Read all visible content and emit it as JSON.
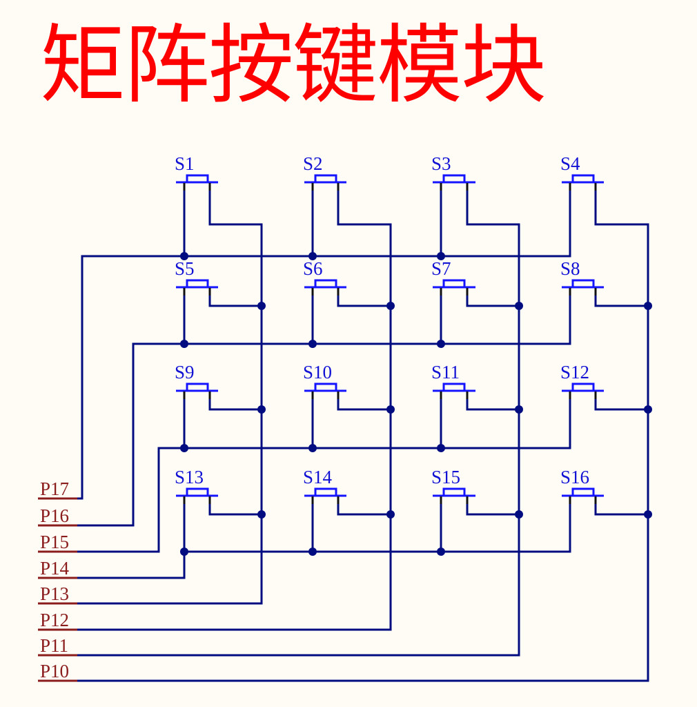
{
  "title": "矩阵按键模块",
  "switches": [
    [
      "S1",
      "S2",
      "S3",
      "S4"
    ],
    [
      "S5",
      "S6",
      "S7",
      "S8"
    ],
    [
      "S9",
      "S10",
      "S11",
      "S12"
    ],
    [
      "S13",
      "S14",
      "S15",
      "S16"
    ]
  ],
  "ports": [
    "P17",
    "P16",
    "P15",
    "P14",
    "P13",
    "P12",
    "P11",
    "P10"
  ],
  "colors": {
    "title": "#ff0000",
    "wire": "#000c80",
    "switch": "#1414ff",
    "switch_label": "#1212d4",
    "port": "#8a1c1c",
    "background": "#fffcf6"
  }
}
